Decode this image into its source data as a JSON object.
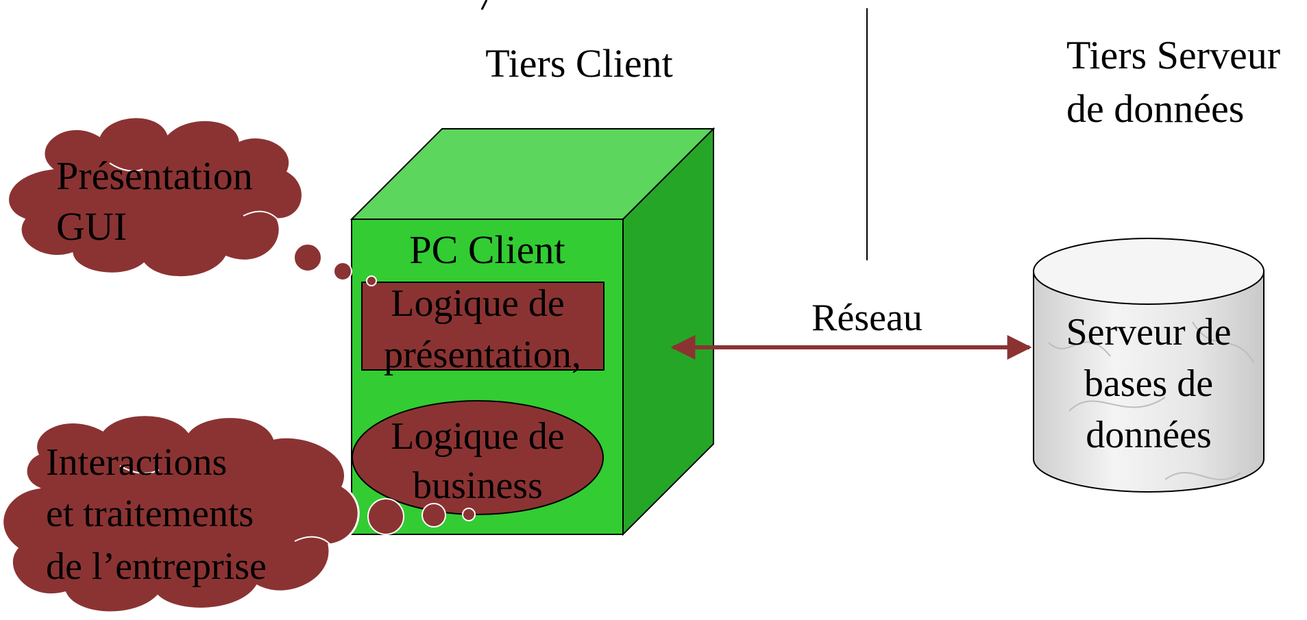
{
  "labels": {
    "tiers_client": "Tiers Client",
    "tiers_serveur_line1": "Tiers Serveur",
    "tiers_serveur_line2": "de données",
    "reseau": "Réseau"
  },
  "pc": {
    "title": "PC Client",
    "presentation_logic_line1": "Logique de",
    "presentation_logic_line2": "présentation,",
    "business_logic_line1": "Logique de",
    "business_logic_line2": "business"
  },
  "clouds": {
    "presentation_line1": "Présentation",
    "presentation_line2": "GUI",
    "interactions_line1": "Interactions",
    "interactions_line2": "et traitements",
    "interactions_line3": "de l’entreprise"
  },
  "database": {
    "line1": "Serveur de",
    "line2": "bases de",
    "line3": "données"
  },
  "colors": {
    "cube_front": "#33cc33",
    "cube_top": "#5cd65c",
    "cube_side": "#26a626",
    "maroon": "#8b3333",
    "arrow": "#8b3333",
    "db_body": "#e9e9e9"
  }
}
